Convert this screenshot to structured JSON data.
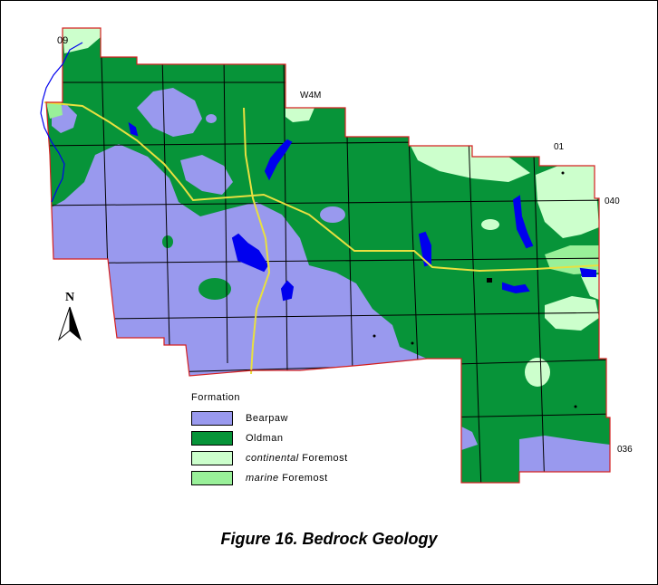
{
  "map": {
    "labels": {
      "rng_09": "09",
      "w4m": "W4M",
      "rng_01": "01",
      "twp_040": "040",
      "twp_036": "036"
    },
    "north_label": "N"
  },
  "legend": {
    "title": "Formation",
    "items": [
      {
        "label": "Bearpaw",
        "prefix": "",
        "color": "#9999ee"
      },
      {
        "label": "Oldman",
        "prefix": "",
        "color": "#079439"
      },
      {
        "label": "Foremost",
        "prefix": "continental",
        "color": "#ccffcc"
      },
      {
        "label": "Foremost",
        "prefix": "marine",
        "color": "#99f099"
      }
    ]
  },
  "caption": "Figure 16. Bedrock Geology",
  "colors": {
    "boundary": "#d42020",
    "highway": "#e8e040",
    "water": "#0000ee",
    "grid": "#000000"
  }
}
